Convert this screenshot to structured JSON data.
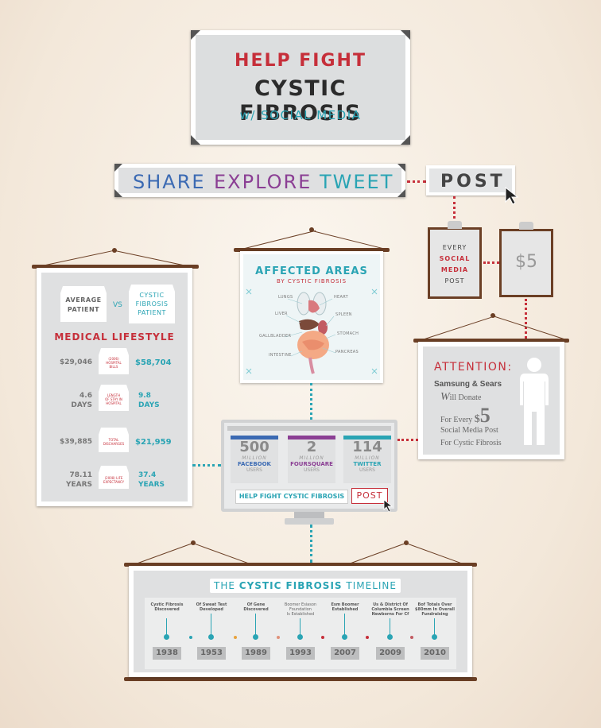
{
  "title": {
    "line1": "HELP FIGHT",
    "line2": "CYSTIC FIBROSIS",
    "line3": "w/ SOCIAL MEDIA"
  },
  "actions": {
    "share": "SHARE",
    "explore": "EXPLORE",
    "tweet": "TWEET",
    "post": "POST"
  },
  "every_post": {
    "line1": "EVERY",
    "line2": "SOCIAL",
    "line3": "MEDIA",
    "line4": "POST"
  },
  "donation": {
    "amount": "$5"
  },
  "attention": {
    "heading": "ATTENTION:",
    "sponsor": "Samsung & Sears",
    "line1_initial": "W",
    "line1_rest": "ill Donate",
    "line2_prefix": "For Every",
    "line2_currency": "$",
    "line2_amount": "5",
    "line3": "Social Media Post",
    "line4": "For Cystic Fibrosis"
  },
  "affected": {
    "title": "AFFECTED AREAS",
    "subtitle": "BY CYSTIC FIBROSIS",
    "labels": {
      "lungs": "LUNGS",
      "heart": "HEART",
      "liver": "LIVER",
      "spleen": "SPLEEN",
      "gallbladder": "GALLBLADDER",
      "stomach": "STOMACH",
      "intestine": "INTESTINE",
      "pancreas": "PANCREAS"
    }
  },
  "lifestyle": {
    "avg_label_1": "AVERAGE",
    "avg_label_2": "PATIENT",
    "vs": "VS",
    "cf_label_1": "CYSTIC",
    "cf_label_2": "FIBROSIS",
    "cf_label_3": "PATIENT",
    "heading": "MEDICAL LIFESTYLE",
    "rows": [
      {
        "avg_1": "$29,046",
        "avg_2": "",
        "label_1": "(2006)",
        "label_2": "HOSPITAL",
        "label_3": "BILLS",
        "cf_1": "$58,704",
        "cf_2": ""
      },
      {
        "avg_1": "4.6",
        "avg_2": "DAYS",
        "label_1": "LENGTH",
        "label_2": "OF STAY IN",
        "label_3": "HOSPITAL",
        "cf_1": "9.8",
        "cf_2": "DAYS"
      },
      {
        "avg_1": "$39,885",
        "avg_2": "",
        "label_1": "TOTAL",
        "label_2": "DISCHARGES",
        "label_3": "",
        "cf_1": "$21,959",
        "cf_2": ""
      },
      {
        "avg_1": "78.11",
        "avg_2": "YEARS",
        "label_1": "(2008) LIFE",
        "label_2": "EXPECTANCY",
        "label_3": "",
        "cf_1": "37.4",
        "cf_2": "YEARS"
      }
    ]
  },
  "monitor": {
    "stats": [
      {
        "number": "500",
        "unit": "MILLION",
        "name": "FACEBOOK",
        "suffix": "USERS",
        "color": "#3b6ab3"
      },
      {
        "number": "2",
        "unit": "MILLION",
        "name": "FOURSQUARE",
        "suffix": "USERS",
        "color": "#8b3f94"
      },
      {
        "number": "114",
        "unit": "MILLION",
        "name": "TWITTER",
        "suffix": "USERS",
        "color": "#2aa4b4"
      }
    ],
    "cta": "HELP FIGHT CYSTIC FIBROSIS",
    "post": "POST"
  },
  "timeline": {
    "title_pre": "THE",
    "title_bold": "CYSTIC FIBROSIS",
    "title_post": "TIMELINE",
    "events": [
      {
        "year": "1938",
        "l1": "Cystic Fibrosis",
        "l2": "Discovered",
        "l3": ""
      },
      {
        "year": "1953",
        "l1": "Of Sweat Test",
        "l2": "Developed",
        "l3": ""
      },
      {
        "year": "1989",
        "l1": "Of Gene",
        "l2": "Discovered",
        "l3": ""
      },
      {
        "year": "1993",
        "l1": "Boomer Esiason",
        "l2": "Foundation",
        "l3": "Is Established"
      },
      {
        "year": "2007",
        "l1": "Esm Boomer",
        "l2": "Established",
        "l3": ""
      },
      {
        "year": "2009",
        "l1": "Us & District Of",
        "l2": "Columbia Screen",
        "l3": "Newborns For Cf"
      },
      {
        "year": "2010",
        "l1": "Bof Totals Over",
        "l2": "$80mm In Overall",
        "l3": "Fundraising"
      }
    ]
  },
  "colors": {
    "red": "#c62f3a",
    "teal": "#2aa4b4",
    "purple": "#8b3f94",
    "blue": "#3b6ab3",
    "brown": "#6b3f25",
    "dark": "#2b2b2b"
  }
}
